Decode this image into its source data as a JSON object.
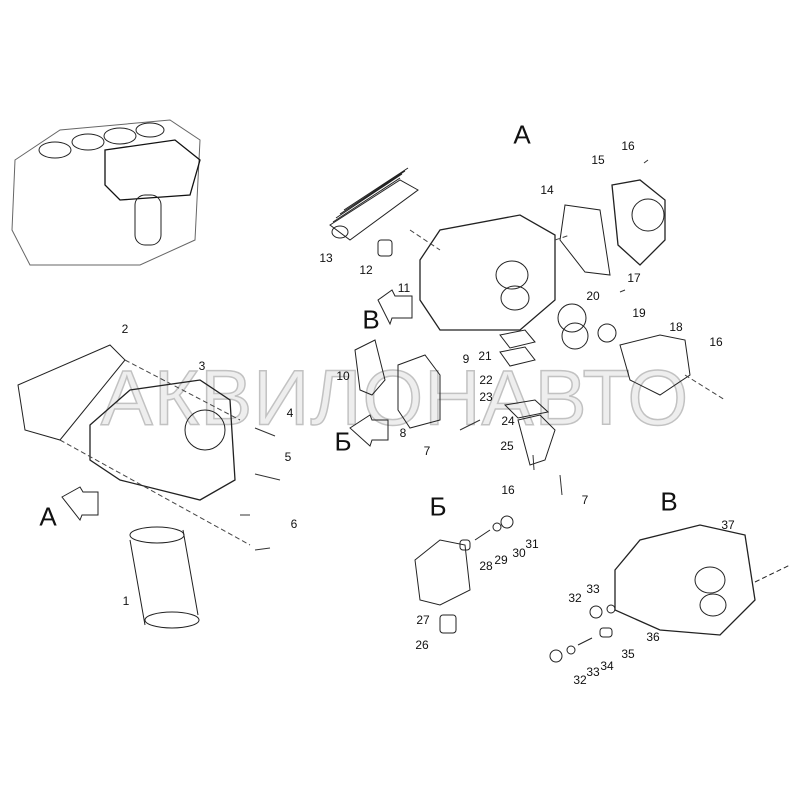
{
  "watermark": "АКВИЛОНАВТО",
  "views": {
    "A_top": "A",
    "V_arrow": "В",
    "B_arrow": "Б",
    "A_arrow": "А",
    "B_detail": "Б",
    "V_detail": "В"
  },
  "callouts": [
    "16",
    "15",
    "14",
    "13",
    "12",
    "11",
    "17",
    "20",
    "19",
    "18",
    "16",
    "21",
    "22",
    "23",
    "9",
    "10",
    "8",
    "7",
    "24",
    "25",
    "16",
    "7",
    "2",
    "3",
    "4",
    "5",
    "6",
    "1",
    "31",
    "30",
    "29",
    "28",
    "27",
    "26",
    "37",
    "33",
    "32",
    "36",
    "35",
    "34",
    "33",
    "32"
  ]
}
